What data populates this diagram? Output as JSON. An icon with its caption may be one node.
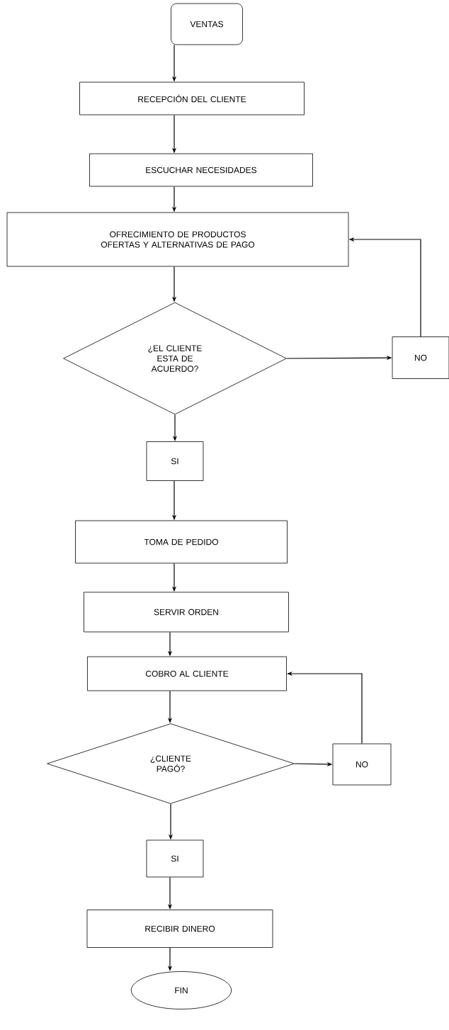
{
  "diagram": {
    "nodes": [
      {
        "text": [
          "VENTAS"
        ]
      },
      {
        "text": [
          "RECEPCIÓN DEL CLIENTE"
        ]
      },
      {
        "text": [
          "ESCUCHAR NECESIDADES"
        ]
      },
      {
        "text": [
          "OFRECIMIENTO DE PRODUCTOS OFERTAS Y ALTERNATIVAS DE PAGO"
        ]
      },
      {
        "text": [
          "¿EL CLIENTE ESTA DE ACUERDO?"
        ]
      },
      {
        "text": [
          "NO"
        ]
      },
      {
        "text": [
          "SI"
        ]
      },
      {
        "text": [
          "TOMA DE PEDIDO"
        ]
      },
      {
        "text": [
          "SERVIR ORDEN"
        ]
      },
      {
        "text": [
          "COBRO AL CLIENTE"
        ]
      },
      {
        "text": [
          "¿CLIENTE PAGÓ?"
        ]
      },
      {
        "text": [
          "NO"
        ]
      },
      {
        "text": [
          "SI"
        ]
      },
      {
        "text": [
          "RECIBIR  DINERO"
        ]
      },
      {
        "text": [
          "FIN"
        ]
      }
    ],
    "edges": [
      {
        "from": 0,
        "to": 1,
        "arrow": "to"
      },
      {
        "from": 1,
        "to": 2,
        "arrow": "to"
      },
      {
        "from": 2,
        "to": 3,
        "arrow": "to"
      },
      {
        "from": 3,
        "to": 4,
        "arrow": "to"
      },
      {
        "from": 4,
        "to": 5,
        "arrow": "to"
      },
      {
        "from": 5,
        "to": 3,
        "arrow": "to"
      },
      {
        "from": 4,
        "to": 6,
        "arrow": "to"
      },
      {
        "from": 6,
        "to": 7,
        "arrow": "to"
      },
      {
        "from": 7,
        "to": 8,
        "arrow": "to"
      },
      {
        "from": 8,
        "to": 9,
        "arrow": "to"
      },
      {
        "from": 9,
        "to": 10,
        "arrow": "to"
      },
      {
        "from": 10,
        "to": 11,
        "arrow": "to"
      },
      {
        "from": 11,
        "to": 9,
        "arrow": "to"
      },
      {
        "from": 10,
        "to": 12,
        "arrow": "to"
      },
      {
        "from": 12,
        "to": 13,
        "arrow": "to"
      },
      {
        "from": 13,
        "to": 14,
        "arrow": "to"
      }
    ]
  }
}
